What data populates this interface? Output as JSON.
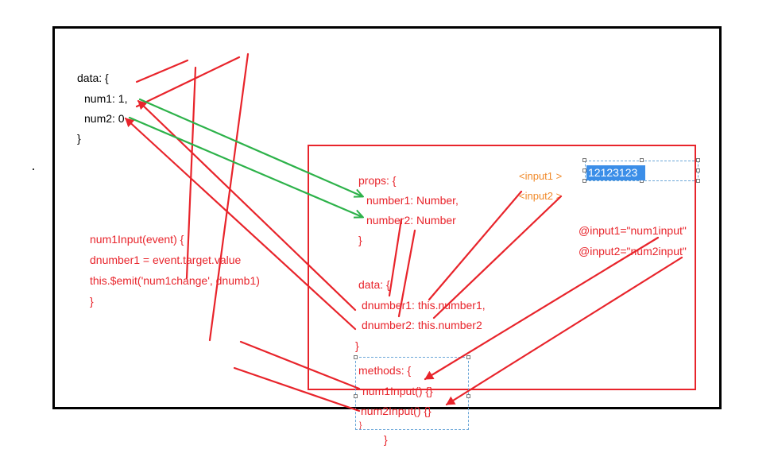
{
  "left_code": [
    "data: {",
    "num1: 1,",
    "num2: 0",
    "}"
  ],
  "handler_code": [
    "num1Input(event) {",
    "dnumber1 = event.target.value",
    "this.$emit('num1change', dnumb1)",
    "}"
  ],
  "props_code": [
    "props: {",
    "number1: Number,",
    "number2: Number",
    "}"
  ],
  "data_code": [
    "data: {",
    "dnumber1: this.number1,",
    "dnumber2: this.number2",
    "}"
  ],
  "methods_code": [
    "methods: {",
    "num1Input() {}",
    "num2Input() {}",
    "}",
    "}"
  ],
  "input_tags": [
    "<input1 >",
    "<input2 >"
  ],
  "selected_text": "12123123",
  "event_bindings": [
    "@input1=\"num1input\"",
    "@input2=\"num2input\""
  ],
  "colors": {
    "annotation_red": "#e8242b",
    "arrow_green": "#2db24a",
    "tag_orange": "#f08a2b",
    "selection_blue": "#3b8ee8"
  }
}
